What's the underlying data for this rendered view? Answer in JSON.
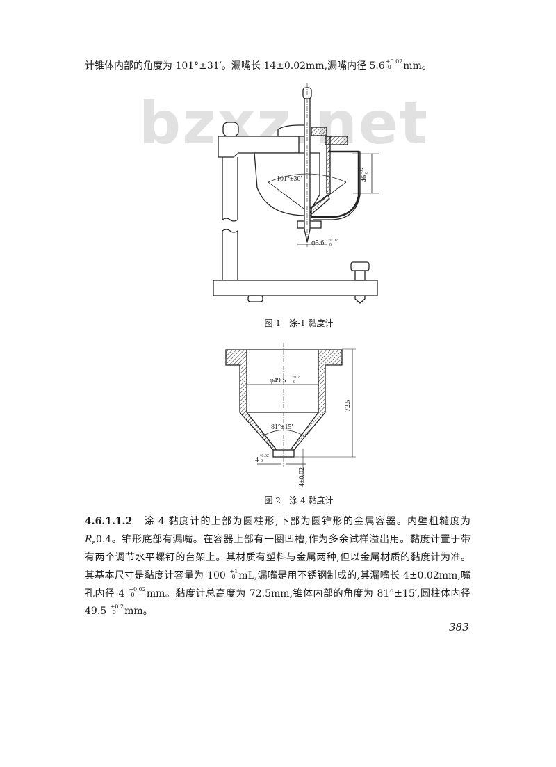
{
  "watermark": "bzxz.net",
  "intro_line": {
    "pre": "计锥体内部的角度为 101°±31′。漏嘴长 14±0.02mm,漏嘴内径 5.6",
    "tol_upper": "+0.02",
    "tol_lower": "0",
    "post": "mm。"
  },
  "figure1": {
    "caption": "图 1　涂-1 黏度计",
    "angle_label": "101°±30′",
    "height_dim": "46",
    "height_tol_upper": "-0.2",
    "height_tol_lower": "0",
    "nozzle_dim": "φ5.6",
    "nozzle_tol_upper": "+0.02",
    "nozzle_tol_lower": "0"
  },
  "figure2": {
    "caption": "图 2　涂-4 黏度计",
    "diameter_dim": "φ49.5",
    "diameter_tol_upper": "+0.2",
    "diameter_tol_lower": "0",
    "angle_label": "81°±15′",
    "height_dim": "72.5",
    "nozzle_dim": "4",
    "nozzle_tol_upper": "+0.02",
    "nozzle_tol_lower": "0",
    "nozzle_length": "4±0.02"
  },
  "paragraph": {
    "section": "4.6.1.1.2",
    "l1": "涂-4 黏度计的上部为圆柱形,下部为圆锥形的金属容器。内壁粗糙度为",
    "l2_r": "R",
    "l2_sub": "a",
    "l2": "0.4。锥形底部有漏嘴。在容器上部有一圈凹槽,作为多余试样溢出用。黏度计置于带",
    "l3": "有两个调节水平螺钉的台架上。其材质有塑料与金属两种,但以金属材质的黏度计为准。",
    "l4_pre": "其基本尺寸是黏度计容量为 100",
    "l4_tol_upper": "+1",
    "l4_tol_lower": "0",
    "l4_post": "mL,漏嘴是用不锈钢制成的,其漏嘴长 4±0.02mm,嘴",
    "l5_pre": "孔内径 4",
    "l5_tol_upper": "+0.02",
    "l5_tol_lower": "0",
    "l5_post": "mm。黏度计总高度为 72.5mm,锥体内部的角度为 81°±15′,圆柱体内径",
    "l6_pre": "49.5",
    "l6_tol_upper": "+0.2",
    "l6_tol_lower": "0",
    "l6_post": "mm。"
  },
  "page_number": "383"
}
